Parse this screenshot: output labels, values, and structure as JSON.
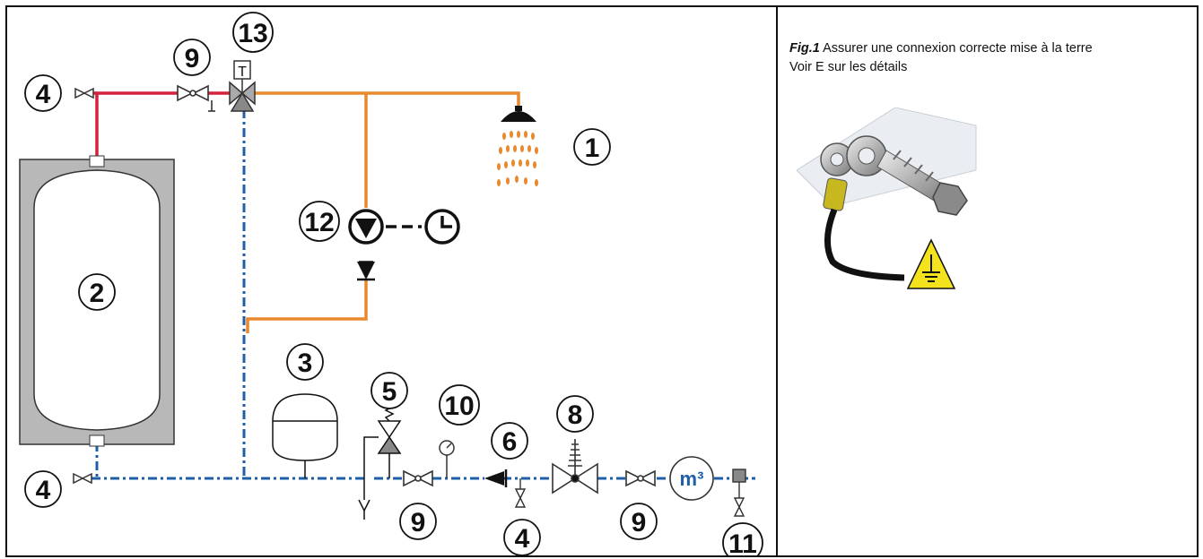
{
  "labels": {
    "l1": "1",
    "l2": "2",
    "l3": "3",
    "l4a": "4",
    "l4b": "4",
    "l4c": "4",
    "l5": "5",
    "l6": "6",
    "l8": "8",
    "l9a": "9",
    "l9b": "9",
    "l9c": "9",
    "l10": "10",
    "l11": "11",
    "l12": "12",
    "l13": "13",
    "meter": "m³",
    "thermostat": "T"
  },
  "caption": {
    "fig_label": "Fig.1",
    "text_line1": " Assurer une connexion correcte mise à la terre",
    "text_line2": "Voir E sur les détails"
  },
  "colors": {
    "hot_pipe": "#d4213d",
    "mixed_pipe": "#e8892e",
    "cold_pipe": "#1f5fa8",
    "tank_jacket": "#b8b8b8",
    "warning_yellow": "#f3e21c"
  },
  "icons": {
    "shower": "shower-head-icon",
    "pump": "circulation-pump-icon",
    "timer": "clock-icon",
    "ground": "earth-ground-icon"
  }
}
